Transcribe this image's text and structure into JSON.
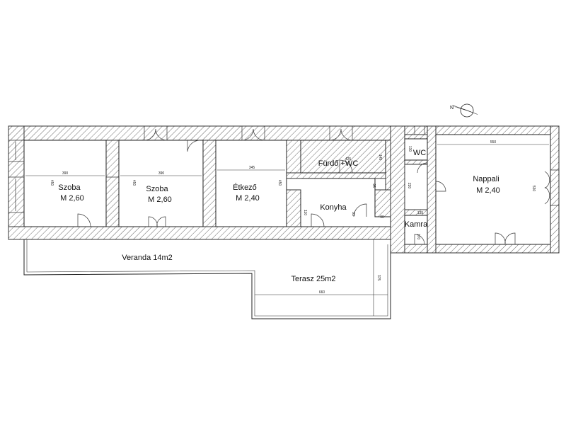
{
  "rooms": {
    "szoba1": {
      "name": "Szoba",
      "height": "M 2,60",
      "dim_w": "390",
      "dim_h": "450"
    },
    "szoba2": {
      "name": "Szoba",
      "height": "M 2,60",
      "dim_w": "390",
      "dim_h": "450"
    },
    "etkezo": {
      "name": "Étkező",
      "height": "M 2,40",
      "dim_w": "345",
      "dim_h": "450"
    },
    "furdo": {
      "name": "Fürdő +WC",
      "dim_w": "425",
      "dim_h": "145"
    },
    "konyha": {
      "name": "Konyha",
      "dim_a": "110",
      "dim_b": "90",
      "dim_c": "95",
      "dim_d": "93"
    },
    "wc": {
      "name": "WC",
      "dim_h": "130"
    },
    "kamra": {
      "name": "Kamra",
      "dim_w": "135",
      "dim_h": "170",
      "dim_side": "220"
    },
    "nappali": {
      "name": "Nappali",
      "height": "M 2,40",
      "dim_w": "550",
      "dim_h": "530"
    },
    "veranda": {
      "name": "Veranda 14m2"
    },
    "terasz": {
      "name": "Terasz 25m2",
      "dim_w": "660",
      "dim_h": "375"
    }
  },
  "colors": {
    "wall_stroke": "#333333",
    "hatch": "#666666",
    "background": "#ffffff"
  },
  "icons": {
    "compass": "north-arrow-icon"
  }
}
